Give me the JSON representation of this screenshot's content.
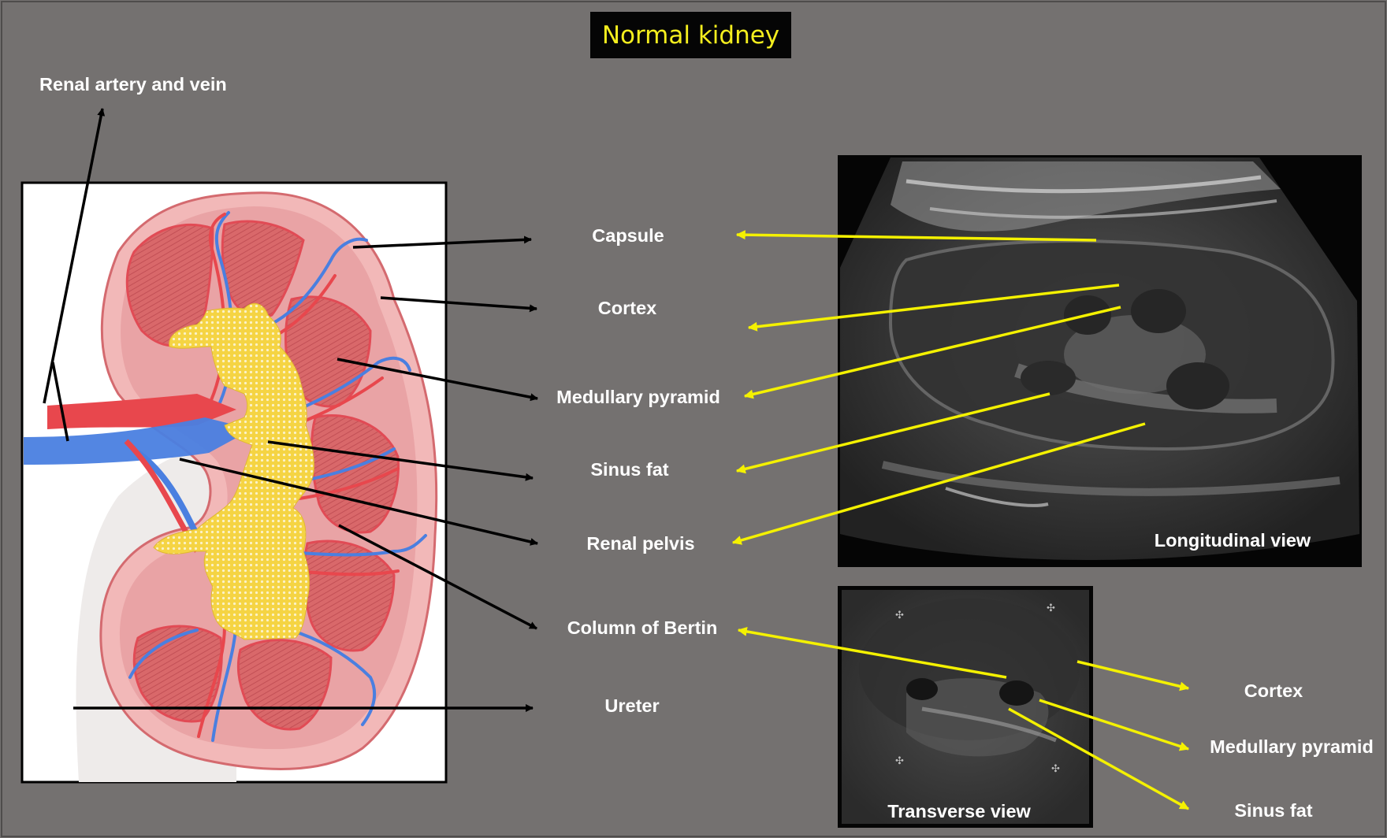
{
  "title": "Normal kidney",
  "colors": {
    "background": "#747170",
    "title_text": "#f4ee1e",
    "yellow_arrow": "#f4f100",
    "black_arrow": "#000000",
    "artery": "#e8474d",
    "vein": "#4a7fe0",
    "pelvis": "#f5d443"
  },
  "left_labels": {
    "renal_artery_vein": "Renal artery and vein"
  },
  "center_labels": {
    "capsule": "Capsule",
    "cortex": "Cortex",
    "medullary_pyramid": "Medullary pyramid",
    "sinus_fat": "Sinus fat",
    "renal_pelvis": "Renal pelvis",
    "column_of_bertin": "Column of Bertin",
    "ureter": "Ureter"
  },
  "ultrasound": {
    "longitudinal_label": "Longitudinal view",
    "transverse_label": "Transverse view"
  },
  "right_labels": {
    "cortex": "Cortex",
    "medullary_pyramid": "Medullary pyramid",
    "sinus_fat": "Sinus fat"
  }
}
